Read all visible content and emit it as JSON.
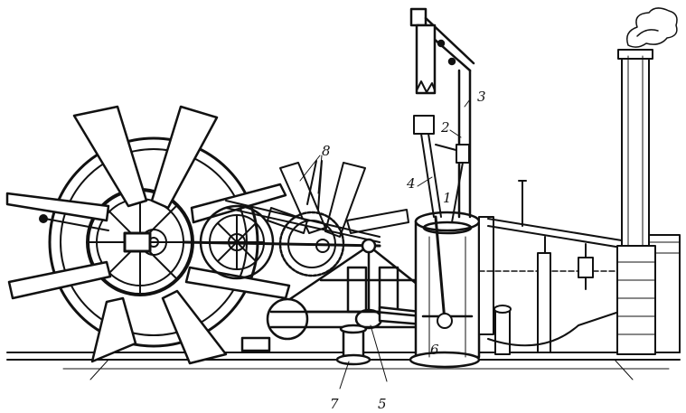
{
  "labels": {
    "l1": "1",
    "l2": "2",
    "l3": "3",
    "l4": "4",
    "l5": "5",
    "l6": "6",
    "l7": "7",
    "l8": "8"
  },
  "ink_color": "#111111",
  "paper_color": "#ffffff"
}
